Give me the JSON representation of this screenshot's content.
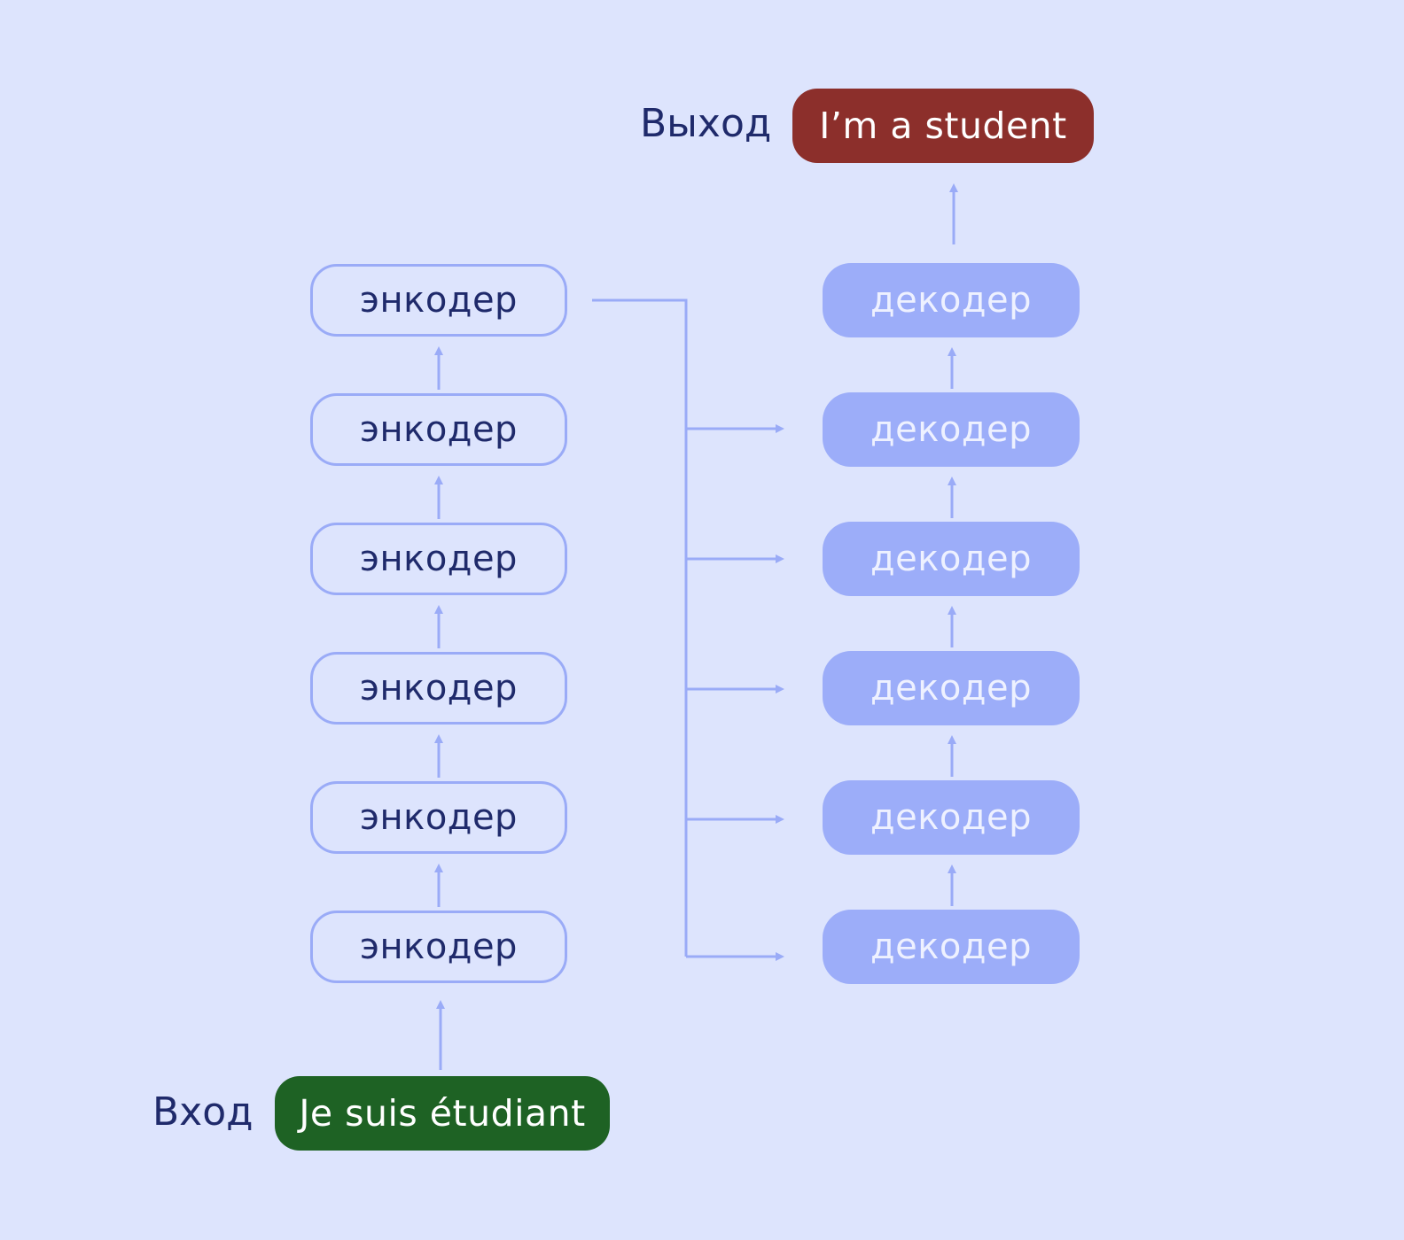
{
  "input": {
    "label": "Вход",
    "text": "Je suis étudiant",
    "color": "#1e6224"
  },
  "output": {
    "label": "Выход",
    "text": "I’m a student",
    "color": "#8c2f2b"
  },
  "encoders": [
    {
      "label": "энкодер"
    },
    {
      "label": "энкодер"
    },
    {
      "label": "энкодер"
    },
    {
      "label": "энкодер"
    },
    {
      "label": "энкодер"
    },
    {
      "label": "энкодер"
    }
  ],
  "decoders": [
    {
      "label": "декодер"
    },
    {
      "label": "декодер"
    },
    {
      "label": "декодер"
    },
    {
      "label": "декодер"
    },
    {
      "label": "декодер"
    },
    {
      "label": "декодер"
    }
  ],
  "colors": {
    "background": "#dde4fd",
    "connector": "#9aabf7",
    "encoder_border": "#9aabf7",
    "decoder_fill": "#9cadf9",
    "text_dark": "#1f2a6b"
  }
}
